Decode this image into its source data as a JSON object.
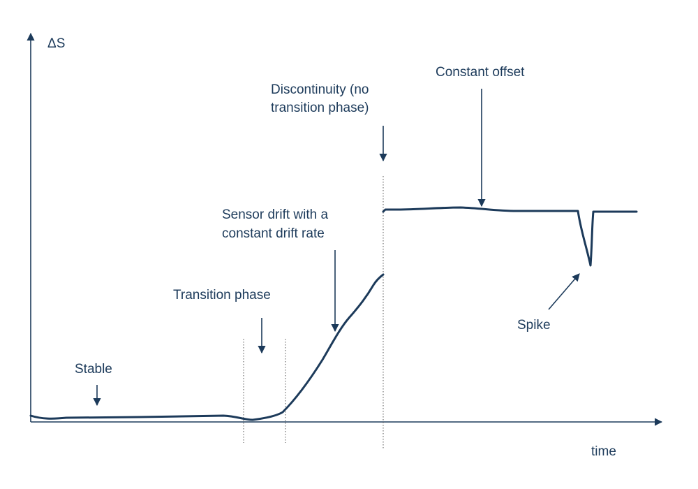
{
  "axes": {
    "y_label": "ΔS",
    "x_label": "time"
  },
  "annotations": {
    "stable": [
      "Stable"
    ],
    "transition": [
      "Transition phase"
    ],
    "drift": [
      "Sensor drift with a",
      "constant drift rate"
    ],
    "discontinuity": [
      "Discontinuity (no",
      "transition phase)"
    ],
    "offset": [
      "Constant offset"
    ],
    "spike": [
      "Spike"
    ]
  },
  "colors": {
    "ink": "#1c3a5a",
    "guide": "#555555"
  }
}
